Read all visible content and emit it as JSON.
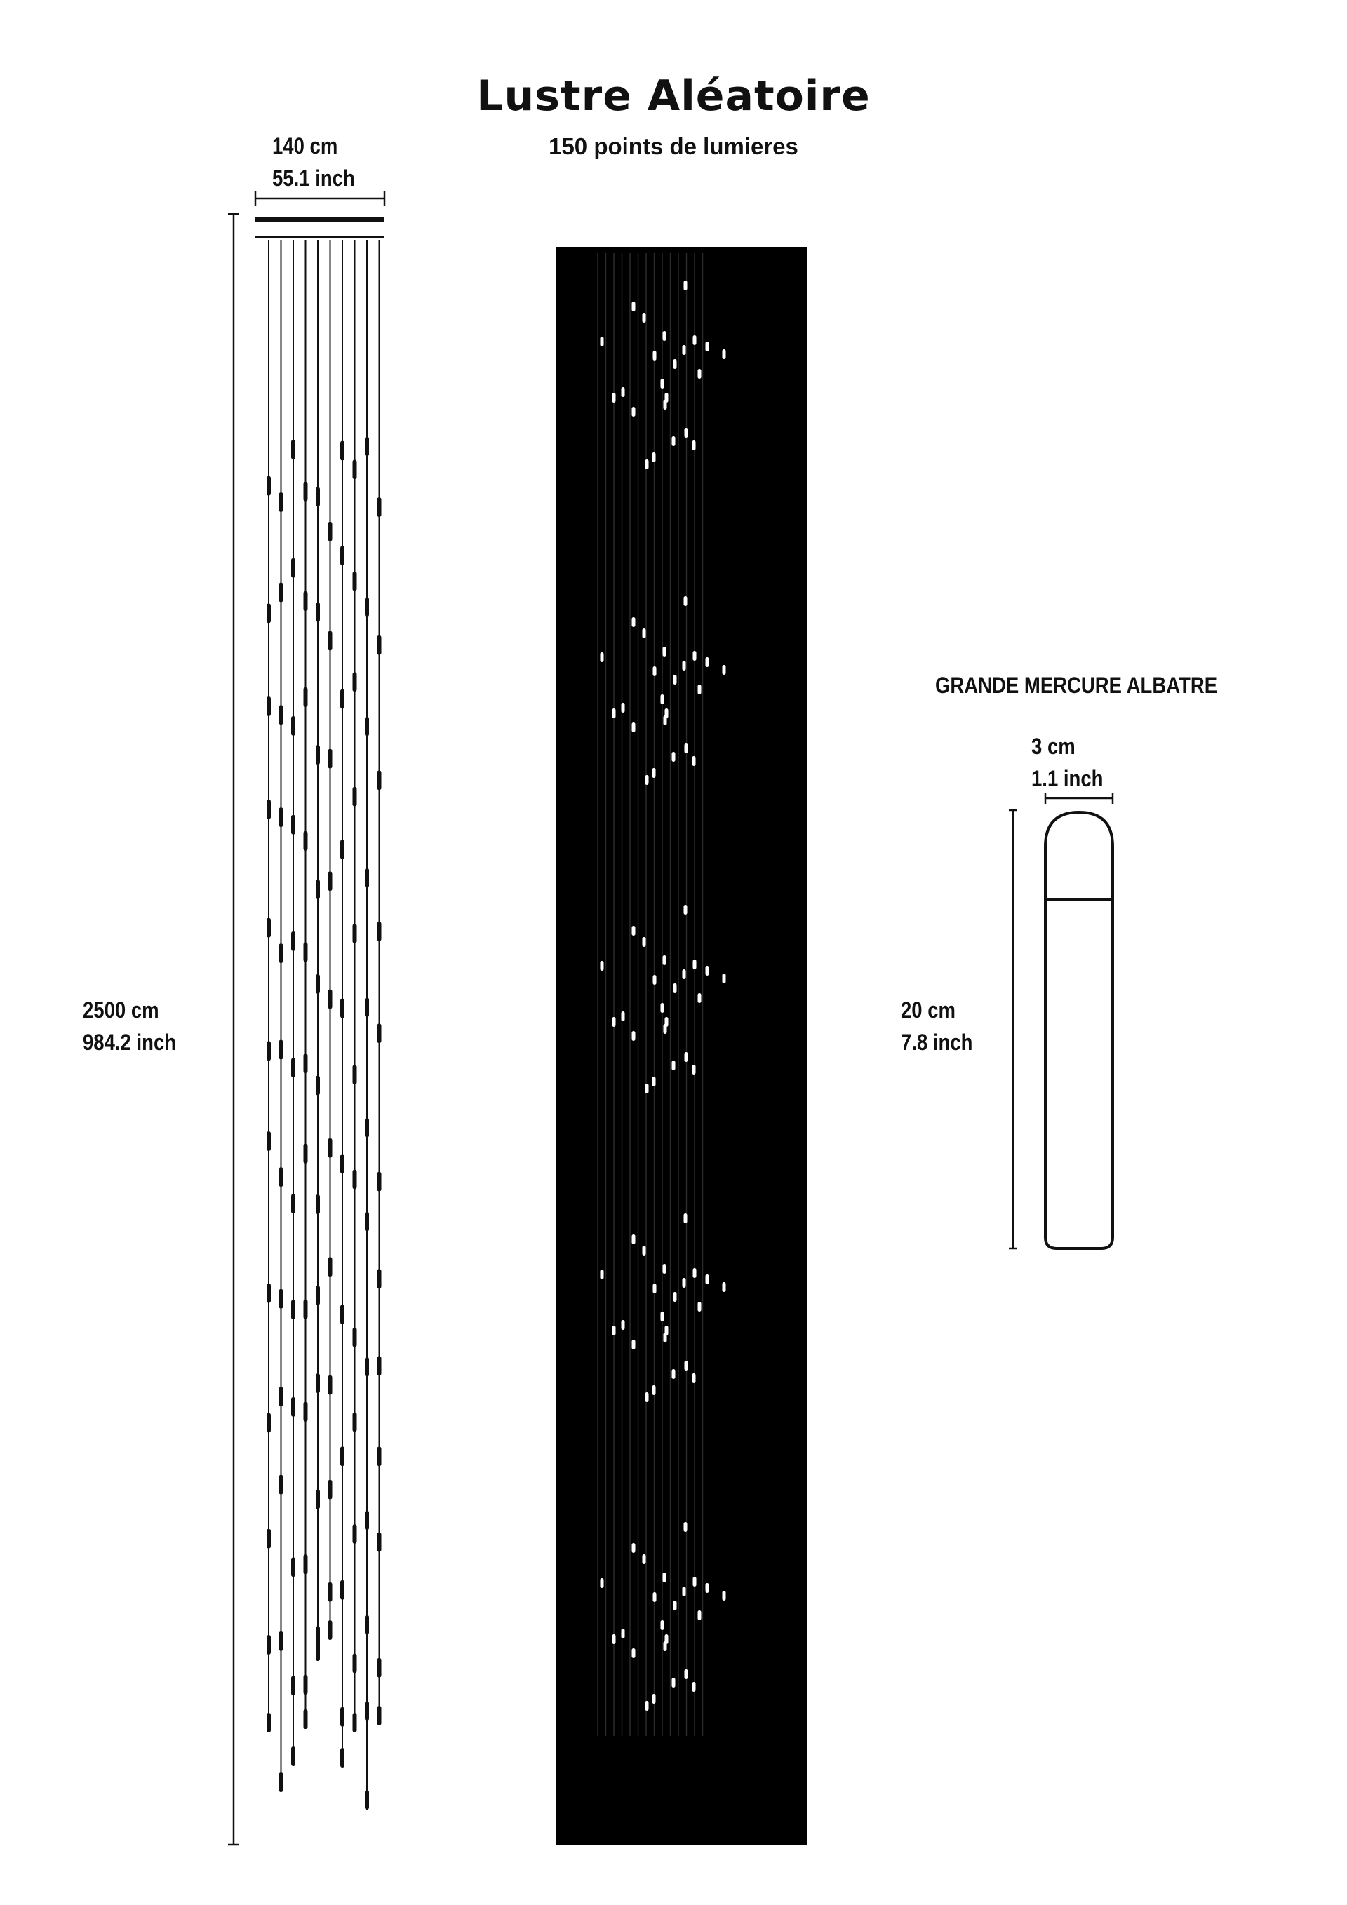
{
  "title": "Lustre Aléatoire",
  "subtitle": "150 points de lumieres",
  "side_view": {
    "width_cm": "140 cm",
    "width_inch": "55.1 inch",
    "height_cm": "2500 cm",
    "height_inch": "984.2 inch",
    "pendant_count": 10
  },
  "night_view": {
    "background_color": "#000000",
    "light_color": "#ffffff"
  },
  "bulb": {
    "name": "GRANDE MERCURE ALBATRE",
    "width_cm": "3 cm",
    "width_inch": "1.1 inch",
    "height_cm": "20 cm",
    "height_inch": "7.8 inch"
  }
}
